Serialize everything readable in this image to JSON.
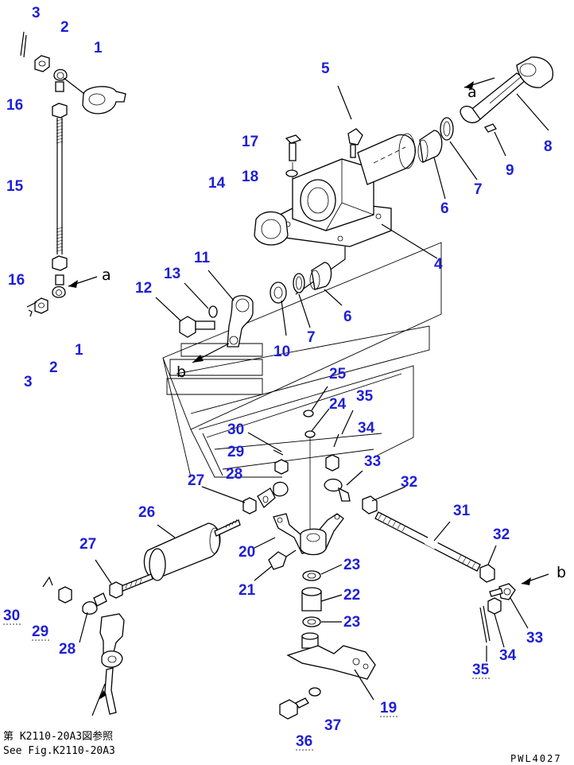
{
  "diagram": {
    "background": "#ffffff",
    "label_color": "#1f1fd6",
    "callouts": [
      {
        "id": "c1a",
        "label": "1"
      },
      {
        "id": "c1b",
        "label": "1"
      },
      {
        "id": "c2a",
        "label": "2"
      },
      {
        "id": "c2b",
        "label": "2"
      },
      {
        "id": "c3a",
        "label": "3"
      },
      {
        "id": "c3b",
        "label": "3"
      },
      {
        "id": "c4",
        "label": "4"
      },
      {
        "id": "c5",
        "label": "5"
      },
      {
        "id": "c6a",
        "label": "6"
      },
      {
        "id": "c6b",
        "label": "6"
      },
      {
        "id": "c7a",
        "label": "7"
      },
      {
        "id": "c7b",
        "label": "7"
      },
      {
        "id": "c8",
        "label": "8"
      },
      {
        "id": "c9",
        "label": "9"
      },
      {
        "id": "c10",
        "label": "10"
      },
      {
        "id": "c11",
        "label": "11"
      },
      {
        "id": "c12",
        "label": "12"
      },
      {
        "id": "c13",
        "label": "13"
      },
      {
        "id": "c14",
        "label": "14"
      },
      {
        "id": "c15",
        "label": "15"
      },
      {
        "id": "c16a",
        "label": "16"
      },
      {
        "id": "c16b",
        "label": "16"
      },
      {
        "id": "c17",
        "label": "17"
      },
      {
        "id": "c18",
        "label": "18"
      },
      {
        "id": "c19",
        "label": "19"
      },
      {
        "id": "c20",
        "label": "20"
      },
      {
        "id": "c21",
        "label": "21"
      },
      {
        "id": "c22",
        "label": "22"
      },
      {
        "id": "c23a",
        "label": "23"
      },
      {
        "id": "c23b",
        "label": "23"
      },
      {
        "id": "c24",
        "label": "24"
      },
      {
        "id": "c25",
        "label": "25"
      },
      {
        "id": "c26",
        "label": "26"
      },
      {
        "id": "c27a",
        "label": "27"
      },
      {
        "id": "c27b",
        "label": "27"
      },
      {
        "id": "c28a",
        "label": "28"
      },
      {
        "id": "c28b",
        "label": "28"
      },
      {
        "id": "c29a",
        "label": "29"
      },
      {
        "id": "c29b",
        "label": "29"
      },
      {
        "id": "c30a",
        "label": "30"
      },
      {
        "id": "c30b",
        "label": "30"
      },
      {
        "id": "c31",
        "label": "31"
      },
      {
        "id": "c32a",
        "label": "32"
      },
      {
        "id": "c32b",
        "label": "32"
      },
      {
        "id": "c33a",
        "label": "33"
      },
      {
        "id": "c33b",
        "label": "33"
      },
      {
        "id": "c34a",
        "label": "34"
      },
      {
        "id": "c34b",
        "label": "34"
      },
      {
        "id": "c35a",
        "label": "35"
      },
      {
        "id": "c35b",
        "label": "35"
      },
      {
        "id": "c36",
        "label": "36"
      },
      {
        "id": "c37",
        "label": "37"
      }
    ],
    "letters": [
      {
        "id": "la1",
        "label": "a"
      },
      {
        "id": "la2",
        "label": "a"
      },
      {
        "id": "lb1",
        "label": "b"
      },
      {
        "id": "lb2",
        "label": "b"
      }
    ],
    "note_line1": "第 K2110-20A3図参照",
    "note_line2": "See Fig.K2110-20A3",
    "drawing_code": "PWL4027"
  }
}
